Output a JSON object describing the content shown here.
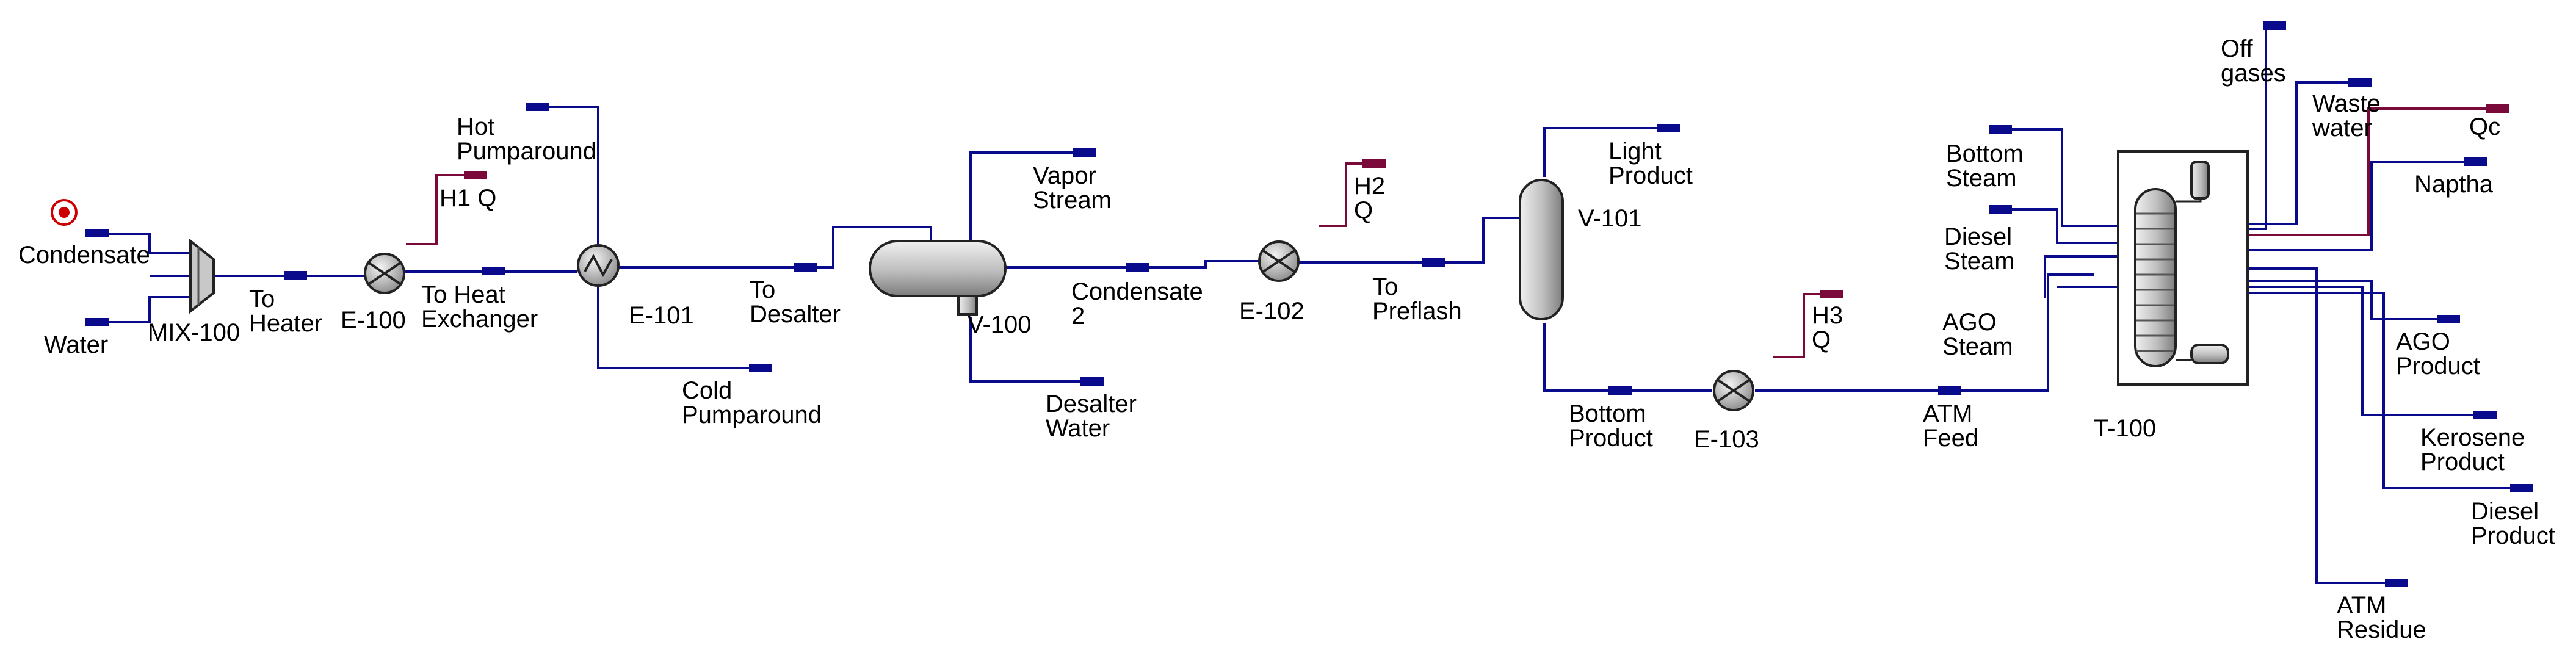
{
  "colors": {
    "material_stream": "#0a0a8c",
    "energy_stream": "#7a0a3a",
    "equipment_fill": "#c8c8c8",
    "background": "#ffffff"
  },
  "icons": {
    "spec_marker": "red-circle-warning-icon",
    "heater": "heat-exchanger-circle-icon",
    "mixer": "mixer-funnel-icon",
    "separator": "horizontal-vessel-icon",
    "flash": "vertical-vessel-icon",
    "column": "distillation-column-icon"
  },
  "streams": {
    "condensate": "Condensate",
    "water": "Water",
    "to_heater": "To\nHeater",
    "h1q": "H1 Q",
    "hot_pumparound": "Hot\nPumparound",
    "to_heat_exchanger": "To Heat\nExchanger",
    "to_desalter": "To\nDesalter",
    "cold_pumparound": "Cold\nPumparound",
    "vapor_stream": "Vapor\nStream",
    "condensate2": "Condensate\n2",
    "desalter_water": "Desalter\nWater",
    "h2q": "H2\nQ",
    "to_preflash": "To\nPreflash",
    "light_product": "Light\nProduct",
    "bottom_product": "Bottom\nProduct",
    "h3q": "H3\nQ",
    "atm_feed": "ATM\nFeed",
    "bottom_steam": "Bottom\nSteam",
    "diesel_steam": "Diesel\nSteam",
    "ago_steam": "AGO\nSteam",
    "off_gases": "Off\ngases",
    "waste_water": "Waste\nwater",
    "qc": "Qc",
    "naptha": "Naptha",
    "ago_product": "AGO\nProduct",
    "kerosene_product": "Kerosene\nProduct",
    "diesel_product": "Diesel\nProduct",
    "atm_residue": "ATM\nResidue"
  },
  "units": {
    "mix100": "MIX-100",
    "e100": "E-100",
    "e101": "E-101",
    "v100": "V-100",
    "e102": "E-102",
    "v101": "V-101",
    "e103": "E-103",
    "t100": "T-100"
  }
}
